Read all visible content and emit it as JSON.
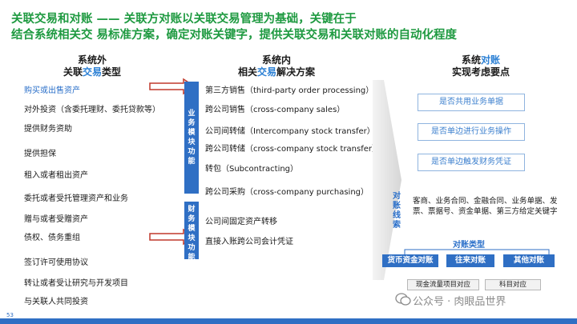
{
  "title": {
    "line1": "关联交易和对账 —— 关联方对账以关联交易管理为基础，关键在于",
    "line2": "结合系统相关交 易标准方案，确定对账关键字，提供关联交易和关联对账的自动化程度"
  },
  "columns": {
    "left": {
      "line1": "系统外",
      "line2_pre": "关联",
      "line2_hl": "交易",
      "line2_post": "类型"
    },
    "mid": {
      "line1": "系统内",
      "line2_pre": "相关",
      "line2_hl": "交易",
      "line2_post": "解决方案"
    },
    "right": {
      "line1_pre": "系统",
      "line1_hl": "对账",
      "line2": "实现考虑要点"
    }
  },
  "left_items": [
    "购买或出售资产",
    "对外投资（含委托理财、委托贷款等）",
    "提供财务资助",
    "提供担保",
    "租入或者租出资产",
    "委托或者受托管理资产和业务",
    "赠与或者受赠资产",
    "债权、债务重组",
    "签订许可使用协议",
    "转让或者受让研究与开发项目",
    "与关联人共同投资"
  ],
  "module_bars": {
    "business": "业务模块功能",
    "finance": "财务模块功能"
  },
  "mid_items": [
    "第三方销售（third-party order processing）",
    "跨公司销售（cross-company sales）",
    "公司间转储（Intercompany stock transfer）",
    "跨公司转储（cross-company stock transfer）",
    "转包（Subcontracting）",
    "跨公司采购（cross-company purchasing）",
    "公司间固定资产转移",
    "直接入账跨公司会计凭证"
  ],
  "right_boxes": [
    "是否共用业务单据",
    "是否单边进行业务操作",
    "是否单边触发财务凭证"
  ],
  "recon": {
    "label": "对账线索",
    "text": "客商、业务合同、金融合同、业务单据、发票、票据号、资金单据、第三方给定关键字"
  },
  "recon_types": {
    "title": "对账类型",
    "buttons": [
      "货币资金对账",
      "往来对账",
      "其他对账"
    ],
    "sub": [
      "现金流量项目对应",
      "科目对应"
    ]
  },
  "page_number": "53",
  "watermark": "公众号 · 肉眼品世界",
  "colors": {
    "title_green": "#1f9a41",
    "accent_blue": "#2f6fc4",
    "arrow_red": "#c0392b",
    "highlight_blue": "#2a7fd4"
  }
}
